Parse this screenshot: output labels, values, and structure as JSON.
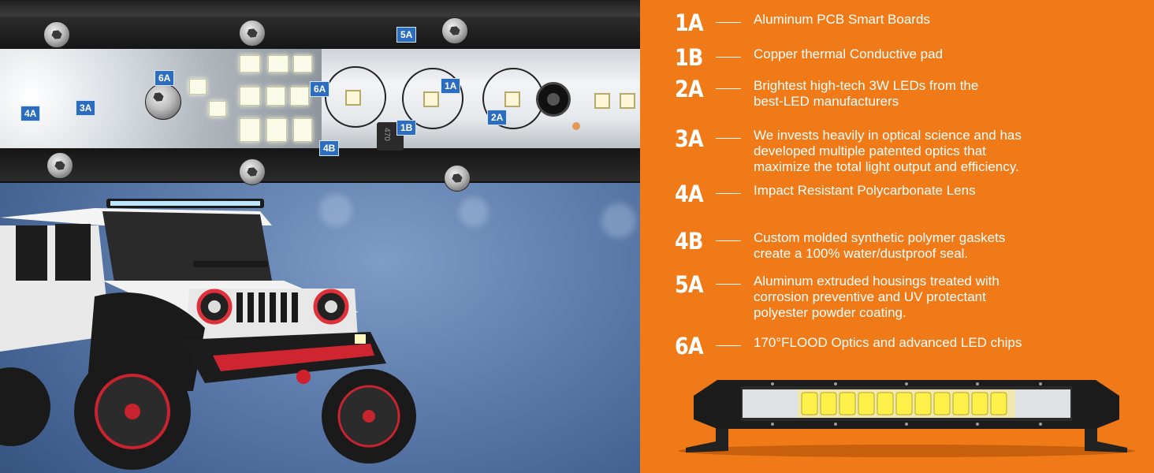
{
  "callouts": {
    "tag_1a": "1A",
    "tag_1b": "1B",
    "tag_2a": "2A",
    "tag_3a": "3A",
    "tag_4a": "4A",
    "tag_4b": "4B",
    "tag_5a": "5A",
    "tag_6a_lens": "6A",
    "tag_6a_chips": "6A"
  },
  "capacitor_label": "470",
  "features": [
    {
      "code": "1A",
      "text": "Aluminum PCB Smart Boards"
    },
    {
      "code": "1B",
      "text": "Copper thermal Conductive pad"
    },
    {
      "code": "2A",
      "text": "Brightest high-tech 3W LEDs from the\nbest-LED manufacturers"
    },
    {
      "code": "3A",
      "text": "We invests heavily in optical science and has\ndeveloped multiple patented optics that\nmaximize the total light output and efficiency."
    },
    {
      "code": "4A",
      "text": "Impact Resistant Polycarbonate Lens"
    },
    {
      "code": "4B",
      "text": "Custom molded synthetic polymer gaskets\ncreate a 100% water/dustproof seal."
    },
    {
      "code": "5A",
      "text": "Aluminum extruded housings treated with\ncorrosion preventive and UV protectant\npolyester powder coating."
    },
    {
      "code": "6A",
      "text": "170°FLOOD Optics and advanced LED chips"
    }
  ],
  "colors": {
    "right_panel": "#ef7a17",
    "callout_tag": "#2d6dbf",
    "text": "#ffffff"
  },
  "icons": [
    "screw-icon",
    "led-chip-icon",
    "led-light-bar-icon",
    "jeep-vehicle-icon"
  ]
}
